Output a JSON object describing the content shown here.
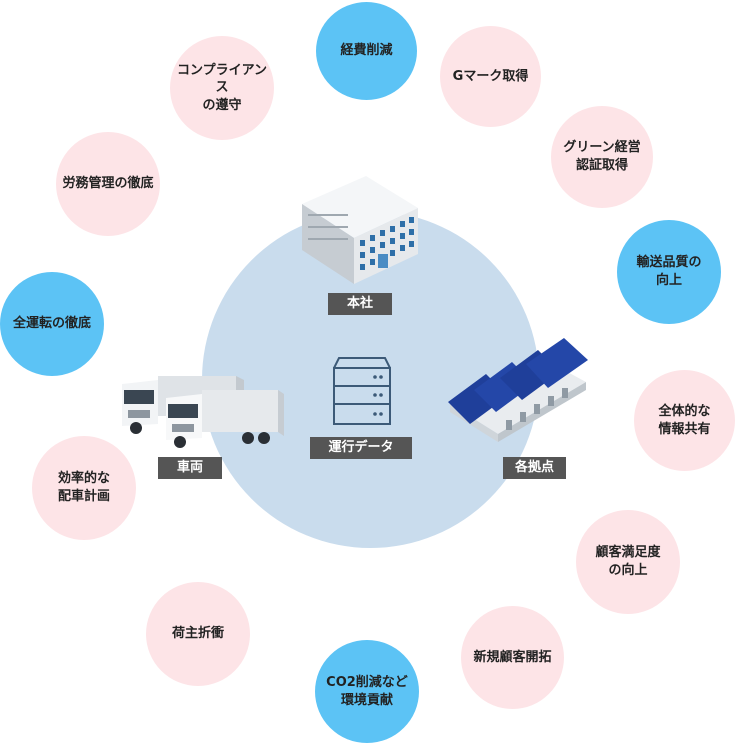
{
  "center": {
    "hq_label": "本社",
    "data_label": "運行データ",
    "vehicles_label": "車両",
    "branches_label": "各拠点"
  },
  "bubbles": [
    {
      "text": "経費削減",
      "color": "blue"
    },
    {
      "text": "Gマーク取得",
      "color": "pink"
    },
    {
      "text": "グリーン経営\n認証取得",
      "color": "pink"
    },
    {
      "text": "輸送品質の\n向上",
      "color": "blue"
    },
    {
      "text": "全体的な\n情報共有",
      "color": "pink"
    },
    {
      "text": "顧客満足度\nの向上",
      "color": "pink"
    },
    {
      "text": "新規顧客開拓",
      "color": "pink"
    },
    {
      "text": "CO2削減など\n環境貢献",
      "color": "blue"
    },
    {
      "text": "荷主折衝",
      "color": "pink"
    },
    {
      "text": "効率的な\n配車計画",
      "color": "pink"
    },
    {
      "text": "全運転の徹底",
      "color": "blue"
    },
    {
      "text": "労務管理の徹底",
      "color": "pink"
    },
    {
      "text": "コンプライアンス\nの遵守",
      "color": "pink"
    }
  ],
  "colors": {
    "pink_bubble": "#fde4e7",
    "blue_bubble": "#5cc3f5",
    "center_circle": "#c9dced",
    "label_box": "#555555",
    "server_icon": "#3c5a78"
  }
}
